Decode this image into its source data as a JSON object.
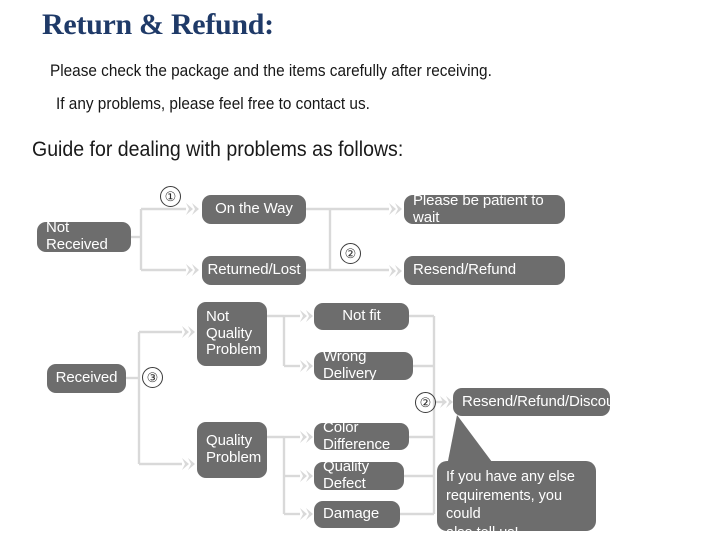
{
  "header": {
    "title": "Return & Refund:",
    "title_color": "#1F3A68",
    "line1": "Please check the package and the items carefully after receiving.",
    "line2": "If any problems, please feel free to contact us.",
    "guide": "Guide for dealing with problems as follows:"
  },
  "theme": {
    "box_fill": "#6d6d6d",
    "box_text": "#ffffff",
    "wire_color": "#d9d9d9",
    "page_background": "#ffffff"
  },
  "flowchart": {
    "type": "flow-diagram",
    "nodes": {
      "not_received": "Not Received",
      "on_the_way": "On the Way",
      "returned_lost": "Returned/Lost",
      "please_wait": "Please be patient to wait",
      "resend_refund": "Resend/Refund",
      "received": "Received",
      "not_quality_problem": "Not\nQuality\nProblem",
      "quality_problem": "Quality\nProblem",
      "not_fit": "Not fit",
      "wrong_delivery": "Wrong Delivery",
      "color_difference": "Color Difference",
      "quality_defect": "Quality Defect",
      "damage": "Damage",
      "resend_refund_discount": "Resend/Refund/Discount"
    },
    "markers": {
      "one": "①",
      "two_top": "②",
      "three": "③",
      "two_bottom": "②"
    },
    "callout": "If you have any else\nrequirements, you could\nalso tell us!"
  }
}
